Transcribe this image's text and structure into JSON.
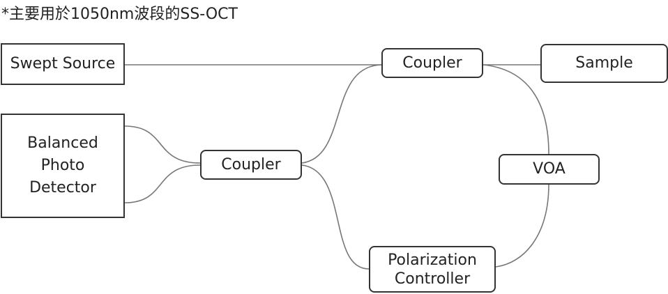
{
  "title": "*主要用於1050nm波段的SS-OCT",
  "nodes": {
    "swept_source": "Swept Source",
    "detector_line1": "Balanced",
    "detector_line2": "Photo",
    "detector_line3": "Detector",
    "coupler_mid": "Coupler",
    "coupler_top": "Coupler",
    "sample": "Sample",
    "voa": "VOA",
    "pc_line1": "Polarization",
    "pc_line2": "Controller"
  },
  "colors": {
    "line": "#777777",
    "border": "#333333"
  }
}
